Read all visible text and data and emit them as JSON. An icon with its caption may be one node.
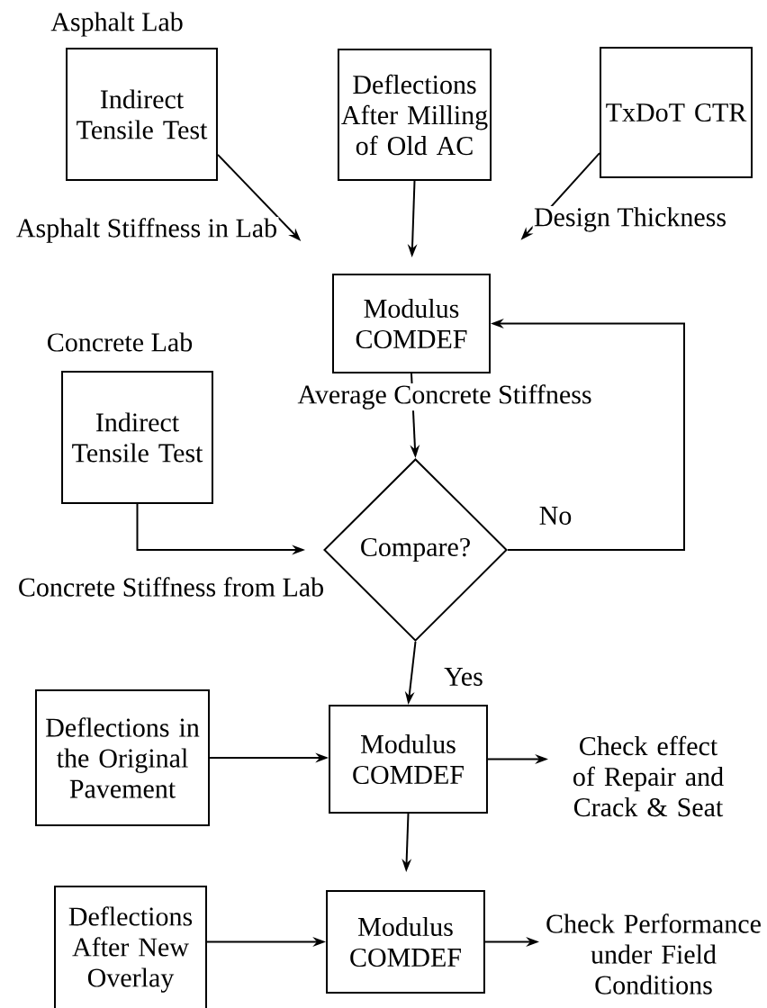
{
  "diagram": {
    "nodes": [
      {
        "text": [
          "Indirect Tensile Test"
        ],
        "beside": [
          "Asphalt Lab"
        ]
      },
      {
        "text": [
          "Deflections After Milling of Old AC"
        ]
      },
      {
        "text": [
          "TxDoT CTR"
        ]
      },
      {
        "text": [
          "Modulus COMDEF"
        ]
      },
      {
        "text": [
          "Indirect Tensile Test"
        ],
        "beside": [
          "Concrete Lab"
        ]
      },
      {
        "text": [
          "Compare?"
        ]
      },
      {
        "text": [
          "Deflections in the Original Pavement"
        ]
      },
      {
        "text": [
          "Modulus COMDEF"
        ]
      },
      {
        "text": [
          "Check effect of Repair and Crack & Seat"
        ]
      },
      {
        "text": [
          "Deflections After New Overlay"
        ]
      },
      {
        "text": [
          "Modulus COMDEF"
        ]
      },
      {
        "text": [
          "Check Performance under Field Conditions"
        ]
      }
    ],
    "edges": [
      {
        "from": 0,
        "to": 3,
        "arrow": "to",
        "label": "Asphalt Stiffness in Lab"
      },
      {
        "from": 1,
        "to": 3,
        "arrow": "to"
      },
      {
        "from": 2,
        "to": 3,
        "arrow": "to",
        "label": "Design Thickness"
      },
      {
        "from": 3,
        "to": 5,
        "arrow": "to",
        "label": "Average Concrete Stiffness"
      },
      {
        "from": 4,
        "to": 5,
        "arrow": "to",
        "label": "Concrete Stiffness from Lab"
      },
      {
        "from": 5,
        "to": 3,
        "arrow": "to",
        "label": "No"
      },
      {
        "from": 5,
        "to": 7,
        "arrow": "to",
        "label": "Yes"
      },
      {
        "from": 6,
        "to": 7,
        "arrow": "to"
      },
      {
        "from": 7,
        "to": 8,
        "arrow": "to"
      },
      {
        "from": 7,
        "to": 10,
        "arrow": "to"
      },
      {
        "from": 9,
        "to": 10,
        "arrow": "to"
      },
      {
        "from": 10,
        "to": 11,
        "arrow": "to"
      }
    ]
  }
}
